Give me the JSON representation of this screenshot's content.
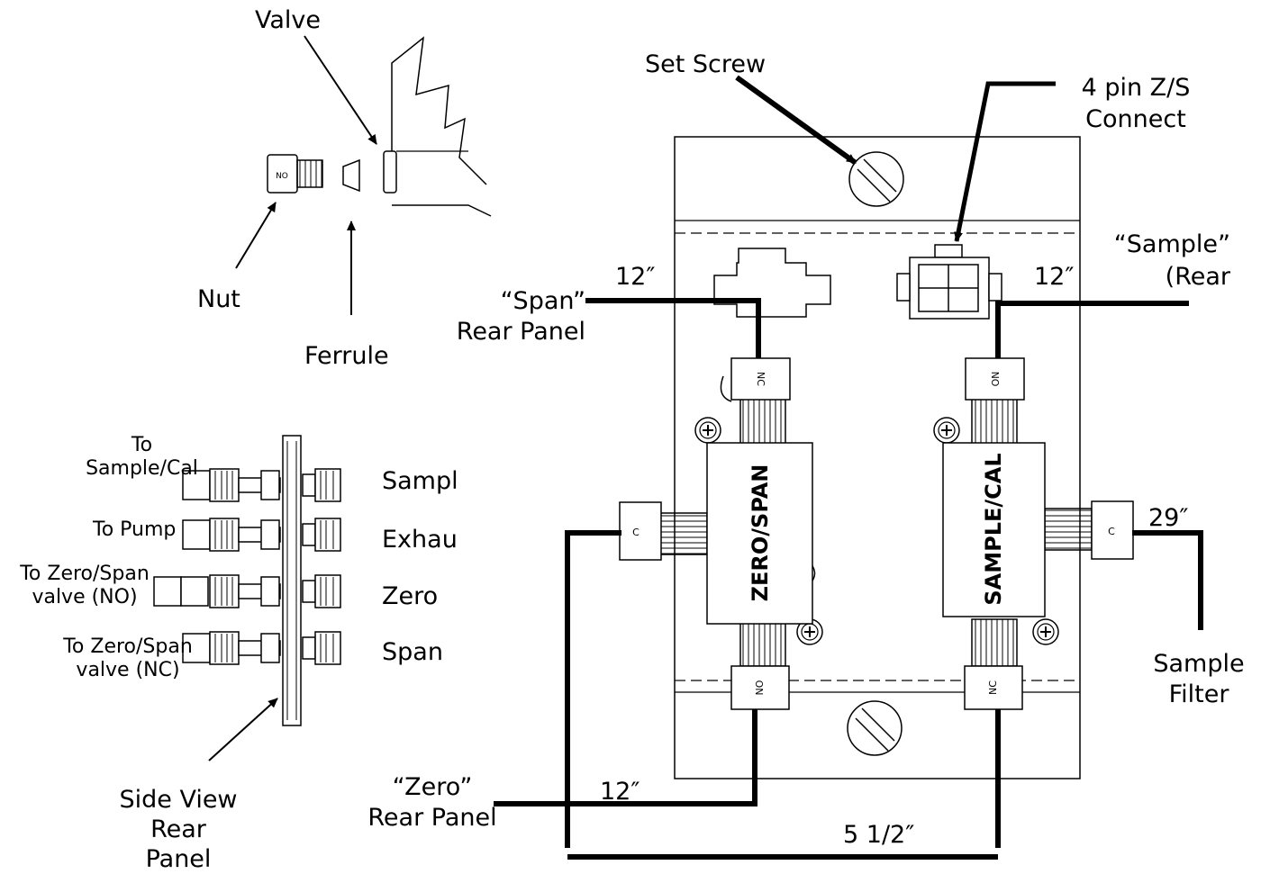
{
  "diagram": {
    "detail": {
      "valve": "Valve",
      "nut": "Nut",
      "ferrule": "Ferrule",
      "nut_marking": "NO"
    },
    "side_view": {
      "caption": [
        "Side View",
        "Rear",
        "Panel"
      ],
      "ports": [
        {
          "from_lines": [
            "To",
            "Sample/Cal"
          ],
          "to": "Sampl"
        },
        {
          "from_lines": [
            "To Pump"
          ],
          "to": "Exhau"
        },
        {
          "from_lines": [
            "To Zero/Span",
            "valve (NO)"
          ],
          "to": "Zero"
        },
        {
          "from_lines": [
            "To Zero/Span",
            "valve (NC)"
          ],
          "to": "Span"
        }
      ]
    },
    "assembly": {
      "set_screw": "Set Screw",
      "connector_lines": [
        "4 pin Z/S",
        "Connect"
      ],
      "valve_left": "ZERO/SPAN",
      "valve_right": "SAMPLE/CAL",
      "fitting_nc": "NC",
      "fitting_no": "NO",
      "fitting_c": "C"
    },
    "tubing": {
      "span_lines": [
        "“Span”",
        "Rear Panel"
      ],
      "span_length": "12″",
      "sample_lines": [
        "“Sample”",
        "(Rear"
      ],
      "sample_length": "12″",
      "zero_lines": [
        "“Zero”",
        "Rear Panel"
      ],
      "zero_length": "12″",
      "filter_lines": [
        "Sample",
        "Filter"
      ],
      "filter_length": "29″",
      "cross_length": "5 1/2″"
    }
  }
}
